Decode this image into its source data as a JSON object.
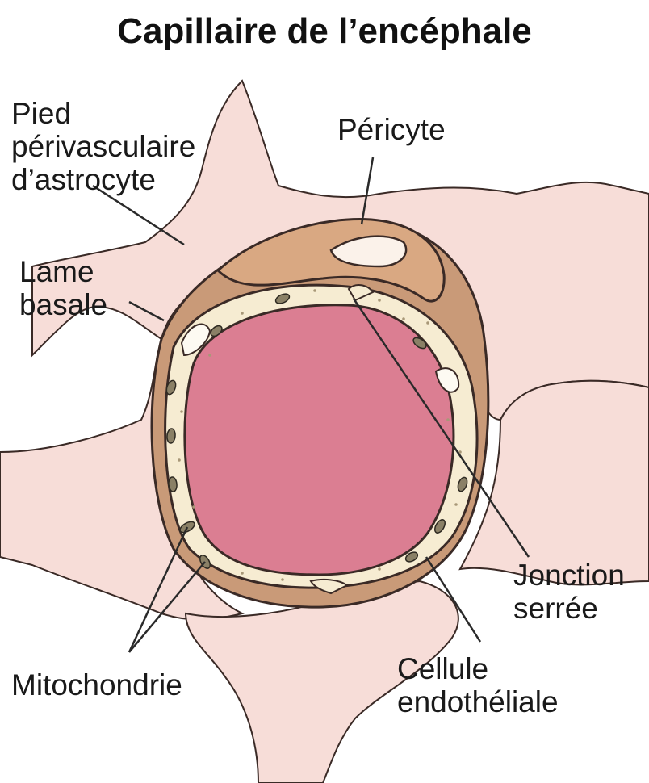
{
  "title": "Capillaire de l’encéphale",
  "labels": {
    "pied": "Pied\npérivasculaire\nd’astrocyte",
    "pericyte": "Péricyte",
    "lame": "Lame\nbasale",
    "jonction": "Jonction\nserrée",
    "mitochondrie": "Mitochondrie",
    "cellule": "Cellule\nendothéliale"
  },
  "colors": {
    "astrocyte_fill": "#f7ddd8",
    "astrocyte_stroke": "#3a2a26",
    "basal_lamina": "#c99a78",
    "pericyte": "#d9a882",
    "endothelium": "#f6ecd2",
    "lumen": "#db7e92",
    "mitochondria": "#8a8066",
    "leader_line": "#2a2a2a"
  }
}
